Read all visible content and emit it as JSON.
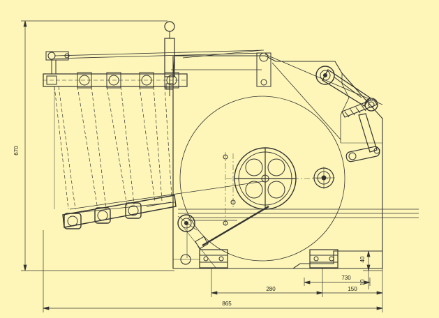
{
  "drawing": {
    "background_color": "#fdf6b8",
    "line_color": "#333333",
    "dimensions": {
      "height": "670",
      "width_total": "865",
      "span_center": "280",
      "span_right": "150",
      "small_730": "730",
      "small_40": "40",
      "small_10": "10"
    }
  }
}
